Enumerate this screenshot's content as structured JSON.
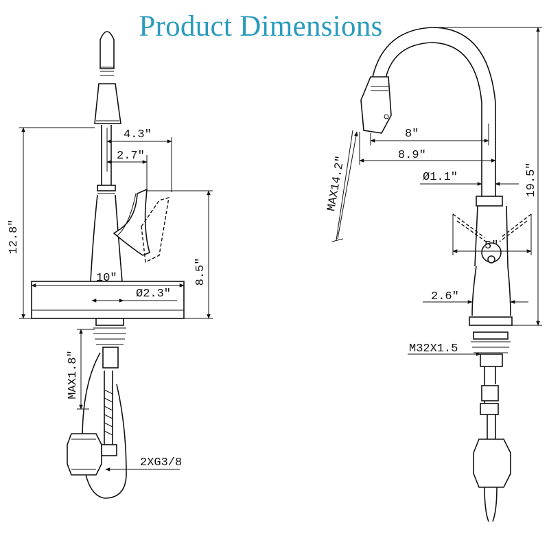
{
  "title": "Product Dimensions",
  "left_view": {
    "height_total": "12.8\"",
    "reach_handle": "4.3\"",
    "reach_handle_inner": "2.7\"",
    "handle_height": "8.5\"",
    "deck_width": "10\"",
    "base_diameter": "Ø2.3\"",
    "max_deck": "MAX1.8\"",
    "hose_connection": "2XG3/8"
  },
  "right_view": {
    "spout_reach_inner": "8\"",
    "spout_reach": "8.9\"",
    "max_spray": "MAX14.2\"",
    "spout_diameter": "Ø1.1\"",
    "total_height": "19.5\"",
    "handle_swing": "5\"",
    "base_width": "2.6\"",
    "thread": "M32X1.5"
  }
}
